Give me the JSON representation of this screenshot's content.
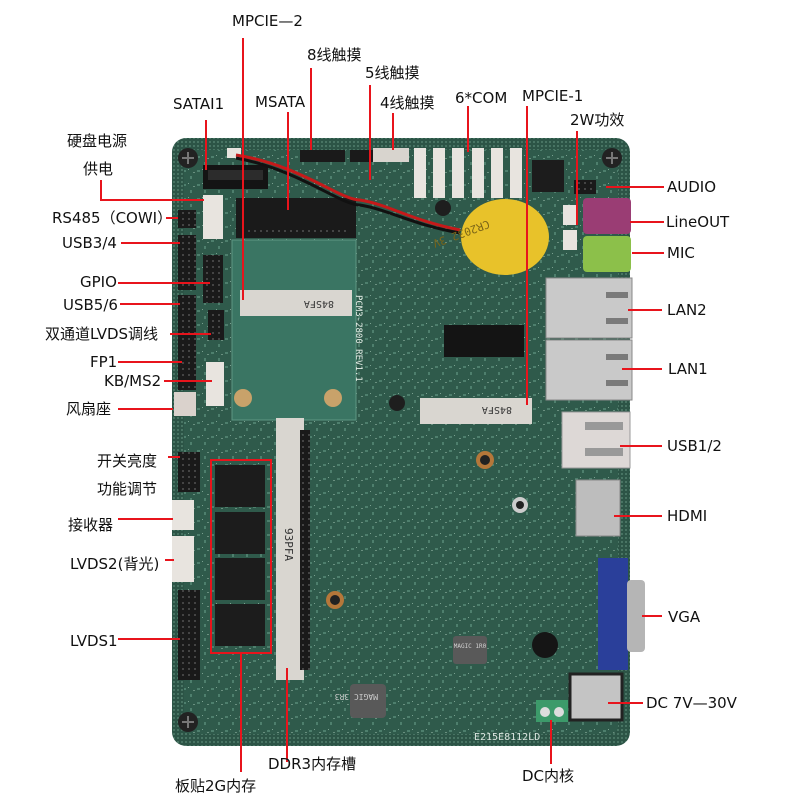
{
  "colors": {
    "pcb": "#2f5a4b",
    "pcb_dark": "#1f3d33",
    "pcb_light": "#3d7260",
    "leader": "#e8141c",
    "connector_white": "#e8e4df",
    "header_black": "#1a1a1a",
    "battery": "#e8c22a",
    "lineout_jack": "#9a3d74",
    "mic_jack": "#8cc04a",
    "vga_blue": "#2a3f9a",
    "metal": "#bcbcbc",
    "terminal_green": "#3c9a6a"
  },
  "board": {
    "silkscreen_model": "PCM3-2800 REV1.1",
    "silkscreen_serial": "E215E8112LD",
    "mpcie_slot_marking": "84SFA",
    "sodimm_marking": "93PFA",
    "battery_marking": "CR2032 3V",
    "inductor_marking_1": "MAGIC 3R3",
    "inductor_marking_2": "MAGIC 1R0"
  },
  "labels": {
    "top": [
      {
        "id": "mpcie2",
        "text": "MPCIE—2"
      },
      {
        "id": "touch8",
        "text": "8线触摸"
      },
      {
        "id": "touch5",
        "text": "5线触摸"
      },
      {
        "id": "sata1",
        "text": "SATAI1"
      },
      {
        "id": "msata",
        "text": "MSATA"
      },
      {
        "id": "touch4",
        "text": "4线触摸"
      },
      {
        "id": "com6",
        "text": "6*COM"
      },
      {
        "id": "mpcie1",
        "text": "MPCIE-1"
      },
      {
        "id": "amp2w",
        "text": "2W功效"
      }
    ],
    "left": [
      {
        "id": "hddpower1",
        "text": "硬盘电源"
      },
      {
        "id": "hddpower2",
        "text": "供电"
      },
      {
        "id": "rs485",
        "text": "RS485（COWI）"
      },
      {
        "id": "usb34",
        "text": "USB3/4"
      },
      {
        "id": "gpio",
        "text": "GPIO"
      },
      {
        "id": "usb56",
        "text": "USB5/6"
      },
      {
        "id": "lvdsdual",
        "text": "双通道LVDS调线"
      },
      {
        "id": "fp1",
        "text": "FP1"
      },
      {
        "id": "kbms2",
        "text": "KB/MS2"
      },
      {
        "id": "fan",
        "text": "风扇座"
      },
      {
        "id": "bright1",
        "text": "开关亮度"
      },
      {
        "id": "bright2",
        "text": "功能调节"
      },
      {
        "id": "receiver",
        "text": "接收器"
      },
      {
        "id": "lvds2",
        "text": "LVDS2(背光)"
      },
      {
        "id": "lvds1",
        "text": "LVDS1"
      }
    ],
    "right": [
      {
        "id": "audio",
        "text": "AUDIO"
      },
      {
        "id": "lineout",
        "text": "LineOUT"
      },
      {
        "id": "mic",
        "text": "MIC"
      },
      {
        "id": "lan2",
        "text": "LAN2"
      },
      {
        "id": "lan1",
        "text": "LAN1"
      },
      {
        "id": "usb12",
        "text": "USB1/2"
      },
      {
        "id": "hdmi",
        "text": "HDMI"
      },
      {
        "id": "vga",
        "text": "VGA"
      },
      {
        "id": "dc",
        "text": "DC 7V—30V"
      }
    ],
    "bottom": [
      {
        "id": "ddr3",
        "text": "DDR3内存槽"
      },
      {
        "id": "dccore",
        "text": "DC内核"
      },
      {
        "id": "onboard2g",
        "text": "板贴2G内存"
      }
    ]
  }
}
